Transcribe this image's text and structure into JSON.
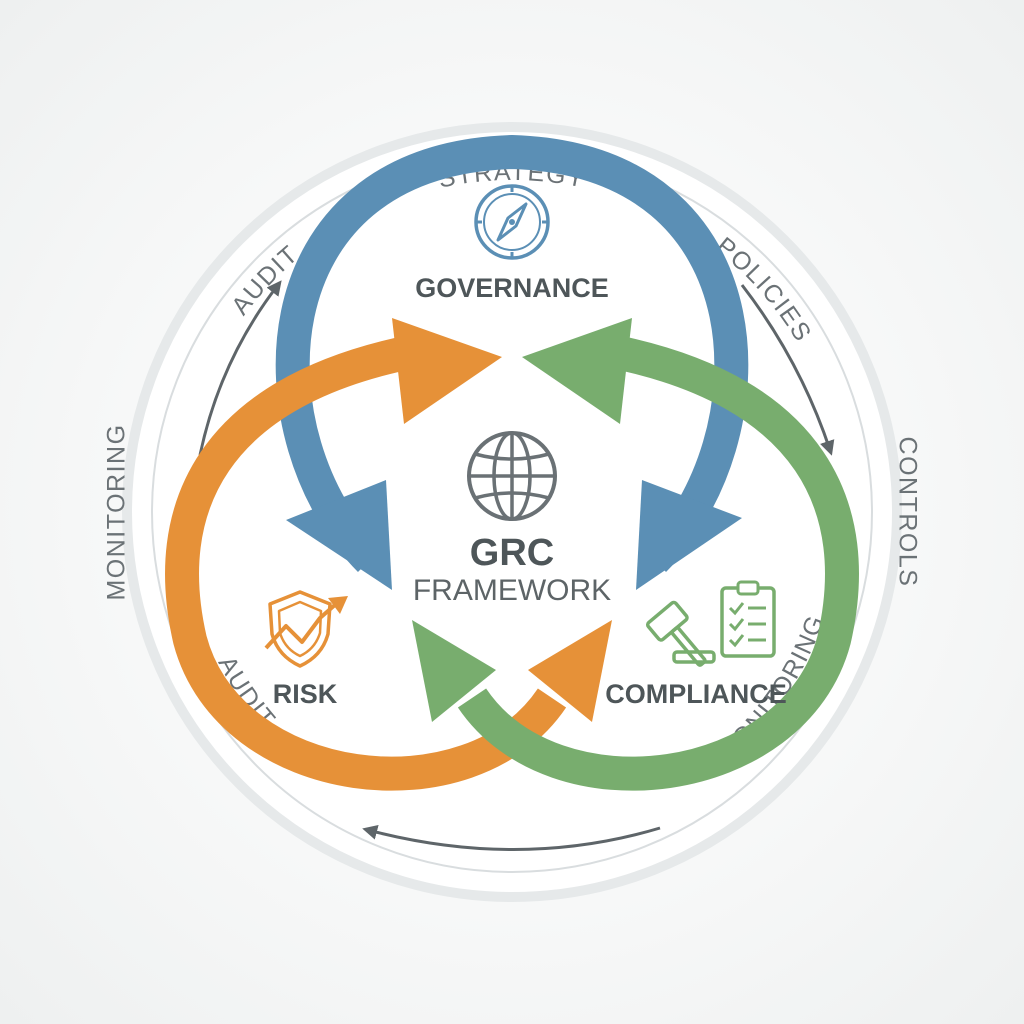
{
  "ring_labels": {
    "top": "STRATEGY",
    "upper_left": "AUDIT",
    "upper_right": "POLICIES",
    "left": "MONITORING",
    "right": "CONTROLS",
    "lower_left": "MONITORING",
    "lower_right": "AUDIT"
  },
  "pillars": {
    "governance": {
      "label": "GOVERNANCE",
      "icon": "compass-icon",
      "color": "#5b8fb5"
    },
    "risk": {
      "label": "RISK",
      "icon": "shield-trend-icon",
      "color": "#e69138"
    },
    "compliance": {
      "label": "COMPLIANCE",
      "icon": "gavel-checklist-icon",
      "color": "#78ad6e"
    }
  },
  "center": {
    "title": "GRC",
    "subtitle": "FRAMEWORK",
    "icon": "globe-icon"
  },
  "colors": {
    "ring": "#dfe3e4",
    "ring_text": "#6b7276",
    "small_arrows": "#5e6569"
  }
}
